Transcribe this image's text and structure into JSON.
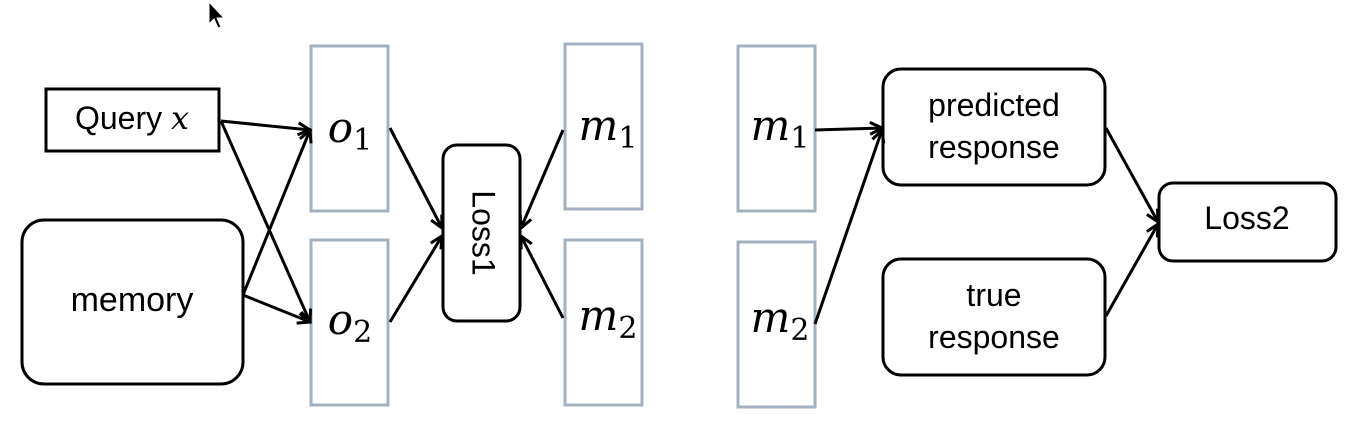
{
  "query": {
    "label": "Query ",
    "var": "x"
  },
  "memory": {
    "label": "memory"
  },
  "left_outputs": [
    {
      "base": "o",
      "sub": "1"
    },
    {
      "base": "o",
      "sub": "2"
    }
  ],
  "left_memories": [
    {
      "base": "m",
      "sub": "1"
    },
    {
      "base": "m",
      "sub": "2"
    }
  ],
  "loss1": {
    "label": "Loss1"
  },
  "right_memories": [
    {
      "base": "m",
      "sub": "1"
    },
    {
      "base": "m",
      "sub": "2"
    }
  ],
  "predicted": {
    "line1": "predicted",
    "line2": "response"
  },
  "true_resp": {
    "line1": "true",
    "line2": "response"
  },
  "loss2": {
    "label": "Loss2"
  },
  "colors": {
    "vector_border": "#a3b0bf",
    "stroke": "#000000"
  }
}
